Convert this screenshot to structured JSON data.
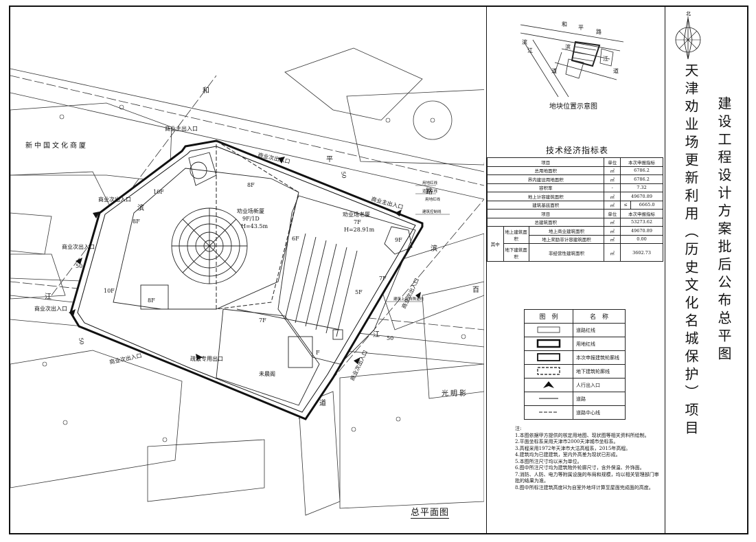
{
  "plan": {
    "title": "总平面图",
    "labels": {
      "old_bldg_name": "新中国文化商厦",
      "mall_new": "劝业场新厦",
      "mall_new_h": "9F/1D",
      "mall_new_height": "H=43.5m",
      "mall_old": "劝业场老厦",
      "mall_old_f": "7F",
      "mall_old_height": "H=28.91m",
      "main_entry_1": "商业主出入口",
      "main_entry_2": "商业主出入口",
      "sec_entry_1": "商业次出入口",
      "sec_entry_2": "商业次出入口",
      "sec_entry_3": "商业次出入口",
      "sec_entry_4": "商业次出入口",
      "sec_entry_5": "商业次出入口",
      "sec_entry_6": "商业次出入口",
      "evac_exit": "疏散专用出口",
      "guangming": "光明影",
      "bai": "百",
      "n_10f_a": "10F",
      "n_10f_b": "10F",
      "n_8f_a": "8F",
      "n_8f_b": "8F",
      "n_8f_c": "8F",
      "n_6f": "6F",
      "n_9f": "9F",
      "n_7f_a": "7F",
      "n_7f_b": "7F",
      "n_5f": "5F",
      "n_7f_c": "7F",
      "n_f": "F",
      "road_top": "和",
      "road_top2": "平",
      "road_top3": "路",
      "road_left": "滨",
      "road_left2": "江",
      "road_right": "滨",
      "road_right2": "江",
      "road_bottom": "道",
      "dim_50a": "50",
      "dim_50b": "50",
      "dim_50c": "50",
      "dim_50d": "50",
      "bldg_unknown": "未晨阁",
      "redline_a": "用地红线",
      "redline_b": "道路红线",
      "redline_c": "建筑控制线",
      "redline_d": "建筑上部特殊退线",
      "redline_e": "用地红线"
    }
  },
  "vicinity": {
    "caption": "地块位置示意图",
    "roads": [
      "和",
      "平",
      "路",
      "滨",
      "江",
      "道",
      "滨",
      "江",
      "道"
    ]
  },
  "tech_table": {
    "title": "技术经济指标表",
    "header": [
      "项目",
      "单位",
      "本次申报指标"
    ],
    "rows": [
      {
        "item": "总用地面积",
        "unit": "㎡",
        "value": "6786.2"
      },
      {
        "item": "界内建设用地面积",
        "unit": "㎡",
        "value": "6786.2"
      },
      {
        "item": "容积率",
        "unit": "-",
        "value": "7.32"
      },
      {
        "item": "地上计容建筑面积",
        "unit": "㎡",
        "value": "49670.89"
      },
      {
        "item": "建筑基底面积",
        "unit": "㎡",
        "op": "≤",
        "value": "6665.0"
      }
    ],
    "header2": [
      "项目",
      "单位",
      "本次申报指标"
    ],
    "total": {
      "item": "总建筑面积",
      "unit": "㎡",
      "value": "53273.62"
    },
    "group_label": "其中",
    "sub_a_label": "地上建筑面积",
    "sub_a_rows": [
      {
        "item": "地上商业建筑面积",
        "unit": "㎡",
        "value": "49670.89"
      },
      {
        "item": "地上奖励非计容建筑面积",
        "unit": "㎡",
        "value": "0.00"
      }
    ],
    "sub_b_label": "地下建筑面积",
    "sub_b_row": {
      "item": "非经营性建筑面积",
      "unit": "㎡",
      "value": "3602.73"
    }
  },
  "legend": {
    "h1": "图　例",
    "h2": "名　称",
    "items": [
      "道路红线",
      "用地红线",
      "本次申报建筑轮廓线",
      "地下建筑轮廓线",
      "人行出入口",
      "道路",
      "道路中心线"
    ]
  },
  "notes": {
    "head": "注:",
    "lines": [
      "1.本图依据甲方提供的核定用地图、现状图等相关资料所绘制。",
      "2.平面坐标系采用天津市2000天津城市坐标系。",
      "3.高程采用1972年天津市大沽高程系，2015年高程。",
      "4.建筑均为已建建筑，室内外高差为现状已形成。",
      "5.本图所注尺寸均以米为单位。",
      "6.图中所注尺寸均为建筑物外轮廓尺寸，含外保温、外饰面。",
      "7.消防、人防、电力等附属设施的布局和规模，均以相关管理部门审批的结果为准。",
      "8.图中所标注建筑高度H为自室外地坪计算至屋面完成面的高度。"
    ]
  },
  "title_block": {
    "north": "北",
    "project_name": "天津劝业场更新利用（历史文化名城保护）项目",
    "drawing_name": "建设工程设计方案批后公布总平图"
  }
}
